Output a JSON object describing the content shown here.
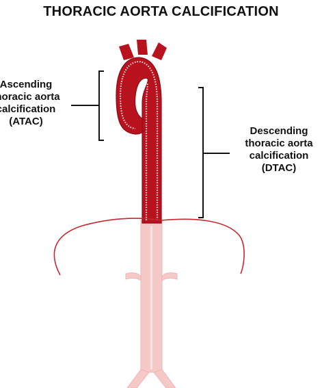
{
  "title": "THORACIC AORTA CALCIFICATION",
  "labels": {
    "atac": [
      "Ascending",
      "thoracic aorta",
      "calcification",
      "(ATAC)"
    ],
    "dtac": [
      "Descending",
      "thoracic aorta",
      "calcification",
      "(DTAC)"
    ]
  },
  "colors": {
    "aorta_red": "#b8121f",
    "aorta_dark": "#8c0d17",
    "calcification_dots": "#f3d6d6",
    "abdominal_aorta_pink": "#f6c9c9",
    "diaphragm_line": "#c6262f",
    "bracket": "#111111"
  }
}
